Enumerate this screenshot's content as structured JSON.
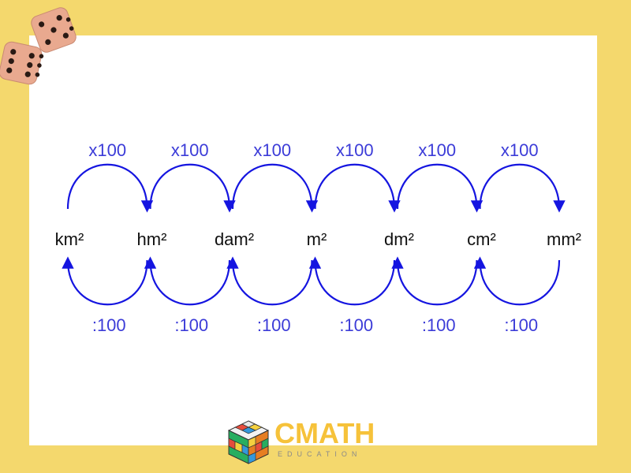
{
  "units": [
    "km²",
    "hm²",
    "dam²",
    "m²",
    "dm²",
    "cm²",
    "mm²"
  ],
  "top_operation": "x100",
  "bottom_operation": ":100",
  "colors": {
    "background": "#f4d86d",
    "panel": "#ffffff",
    "arrow": "#1515e0",
    "operation_text": "#3c3cd8",
    "unit_text": "#111111",
    "dice": "#e9a98f",
    "logo_accent": "#f6c23a"
  },
  "logo": {
    "title": "CMATH",
    "subtitle": "EDUCATION"
  },
  "icons": [
    "dice-icon",
    "rubiks-cube-icon"
  ]
}
